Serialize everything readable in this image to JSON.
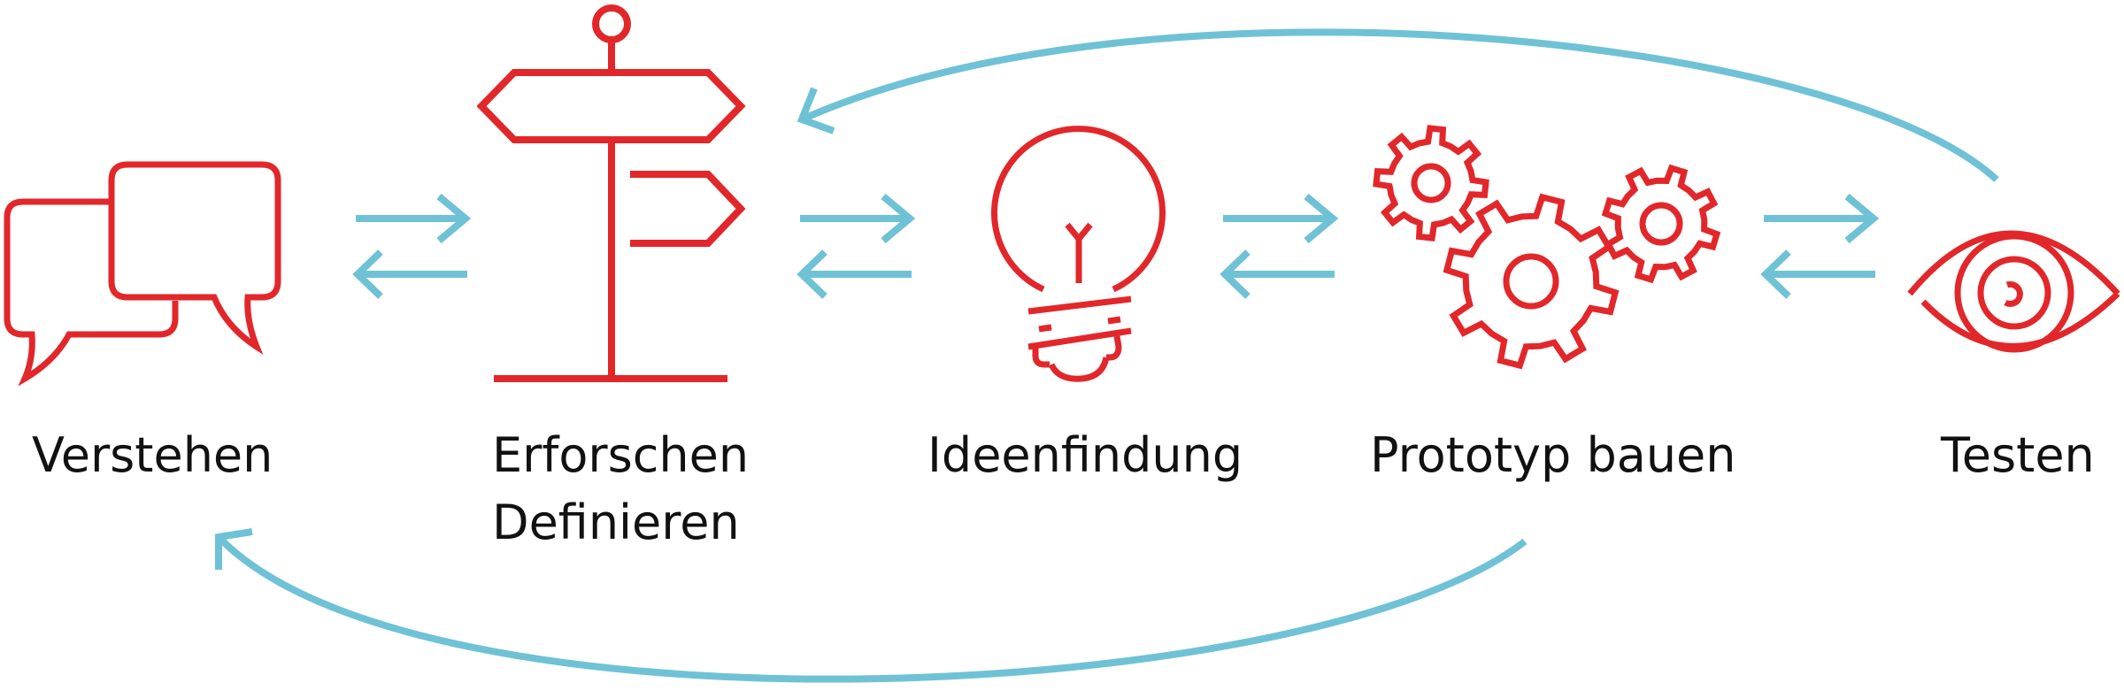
{
  "colors": {
    "icon": "#e2272b",
    "arrow": "#6fc2d6",
    "text": "#111111",
    "background": "#ffffff"
  },
  "stages": [
    {
      "icon": "speech-bubbles-icon",
      "label_lines": [
        "Verstehen"
      ]
    },
    {
      "icon": "signpost-icon",
      "label_lines": [
        "Erforschen",
        "Definieren"
      ]
    },
    {
      "icon": "lightbulb-icon",
      "label_lines": [
        "Ideenfindung"
      ]
    },
    {
      "icon": "gears-icon",
      "label_lines": [
        "Prototyp bauen"
      ]
    },
    {
      "icon": "eye-icon",
      "label_lines": [
        "Testen"
      ]
    }
  ],
  "arrows": [
    "bidirectional-arrow",
    "bidirectional-arrow",
    "bidirectional-arrow",
    "bidirectional-arrow",
    "curved-arrow-testen-to-erforschen",
    "curved-arrow-prototyp-to-verstehen"
  ]
}
